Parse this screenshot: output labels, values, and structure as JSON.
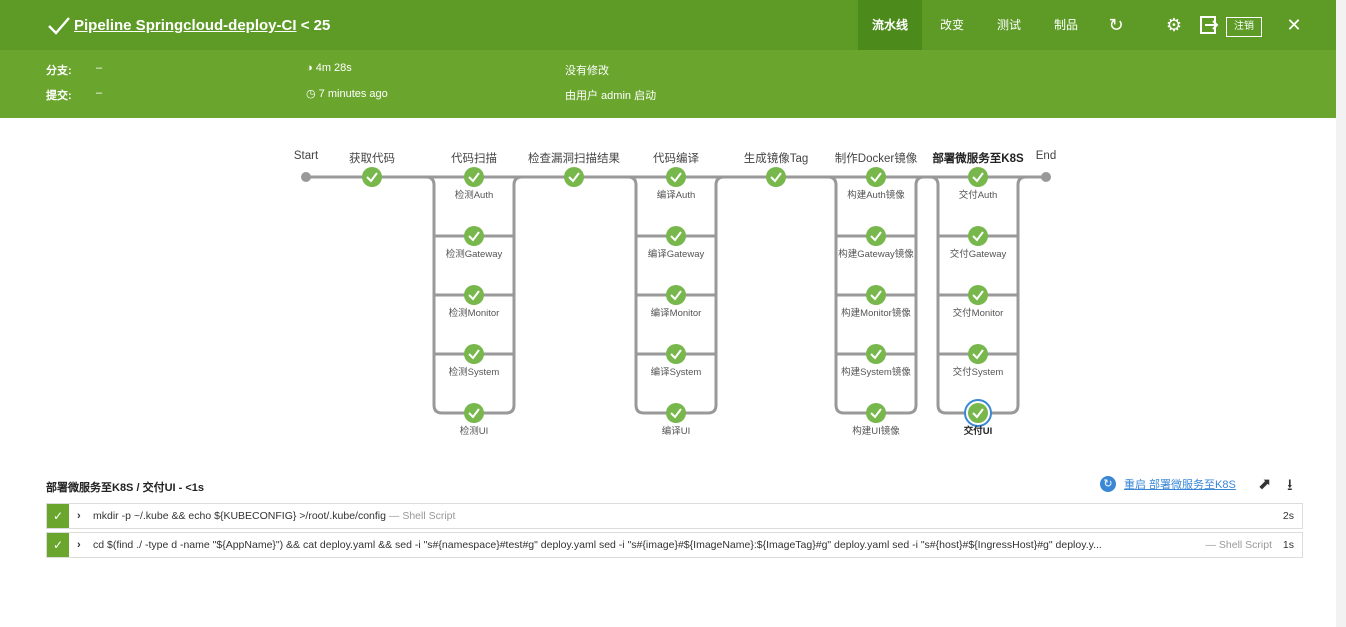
{
  "header": {
    "pipeline_link": "Pipeline Springcloud-deploy-CI",
    "run_separator": "<",
    "run_number": "25",
    "nav": [
      "流水线",
      "改变",
      "测试",
      "制品"
    ],
    "logout_label": "注销"
  },
  "meta": {
    "branch_label": "分支:",
    "branch_value": "–",
    "commit_label": "提交:",
    "commit_value": "–",
    "duration": "4m 28s",
    "started_ago": "7 minutes ago",
    "changes": "没有修改",
    "started_by": "由用户 admin 启动"
  },
  "stages": [
    "Start",
    "获取代码",
    "代码扫描",
    "检查漏洞扫描结果",
    "代码编译",
    "生成镜像Tag",
    "制作Docker镜像",
    "部署微服务至K8S",
    "End"
  ],
  "parallel": {
    "scan": [
      "检测Auth",
      "检测Gateway",
      "检测Monitor",
      "检测System",
      "检测UI"
    ],
    "compile": [
      "编译Auth",
      "编译Gateway",
      "编译Monitor",
      "编译System",
      "编译UI"
    ],
    "docker": [
      "构建Auth镜像",
      "构建Gateway镜像",
      "构建Monitor镜像",
      "构建System镜像",
      "构建UI镜像"
    ],
    "deploy": [
      "交付Auth",
      "交付Gateway",
      "交付Monitor",
      "交付System",
      "交付UI"
    ]
  },
  "details": {
    "title": "部署微服务至K8S / 交付UI - <1s",
    "restart": "重启 部署微服务至K8S",
    "steps": [
      {
        "cmd": "mkdir -p ~/.kube && echo ${KUBECONFIG} >/root/.kube/config",
        "type": "— Shell Script",
        "duration": "2s"
      },
      {
        "cmd": "cd $(find ./ -type d -name \"${AppName}\") && cat deploy.yaml && sed -i \"s#{namespace}#test#g\" deploy.yaml sed -i \"s#{image}#${ImageName}:${ImageTag}#g\" deploy.yaml sed -i \"s#{host}#${IngressHost}#g\" deploy.y...",
        "type": "— Shell Script",
        "duration": "1s"
      }
    ]
  },
  "colors": {
    "header": "#6aa52d",
    "success": "#77b74b",
    "selected": "#3a87d6"
  }
}
